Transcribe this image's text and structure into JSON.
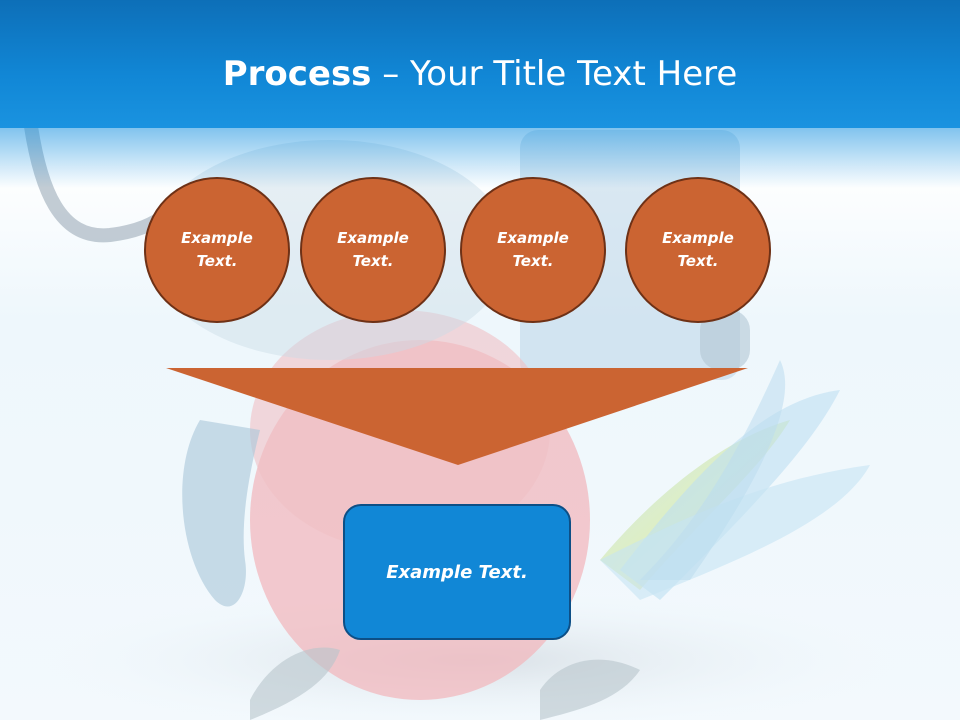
{
  "title": {
    "bold": "Process",
    "rest": " – Your Title Text Here"
  },
  "steps": [
    {
      "label": "Example Text."
    },
    {
      "label": "Example Text."
    },
    {
      "label": "Example Text."
    },
    {
      "label": "Example Text."
    }
  ],
  "result": {
    "label": "Example Text."
  },
  "colors": {
    "header": "#1187d6",
    "circle": "#cb6432",
    "circle_border": "#6e3116",
    "funnel": "#cb6432",
    "result_box": "#1187d6"
  }
}
